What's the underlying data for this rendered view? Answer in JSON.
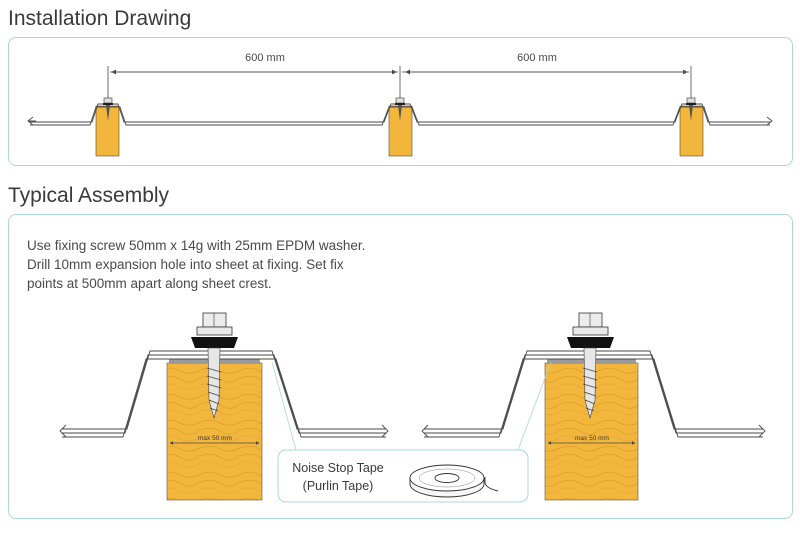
{
  "installation": {
    "title": "Installation Drawing",
    "spacing_left": "600 mm",
    "spacing_right": "600 mm"
  },
  "assembly": {
    "title": "Typical Assembly",
    "instructions": [
      "Use fixing screw 50mm x 14g with 25mm EPDM washer.",
      "Drill 10mm expansion hole into sheet at fixing. Set fix",
      "points at 500mm apart along sheet crest."
    ],
    "max_label_left": "max 50 mm",
    "max_label_right": "max 50 mm",
    "tape_line1": "Noise Stop Tape",
    "tape_line2": "(Purlin Tape)"
  },
  "colors": {
    "panel_border": "#a8d8dc",
    "timber": "#f2b63c",
    "timber_grain": "#d99a22",
    "sheet_line": "#4a4a4a"
  }
}
